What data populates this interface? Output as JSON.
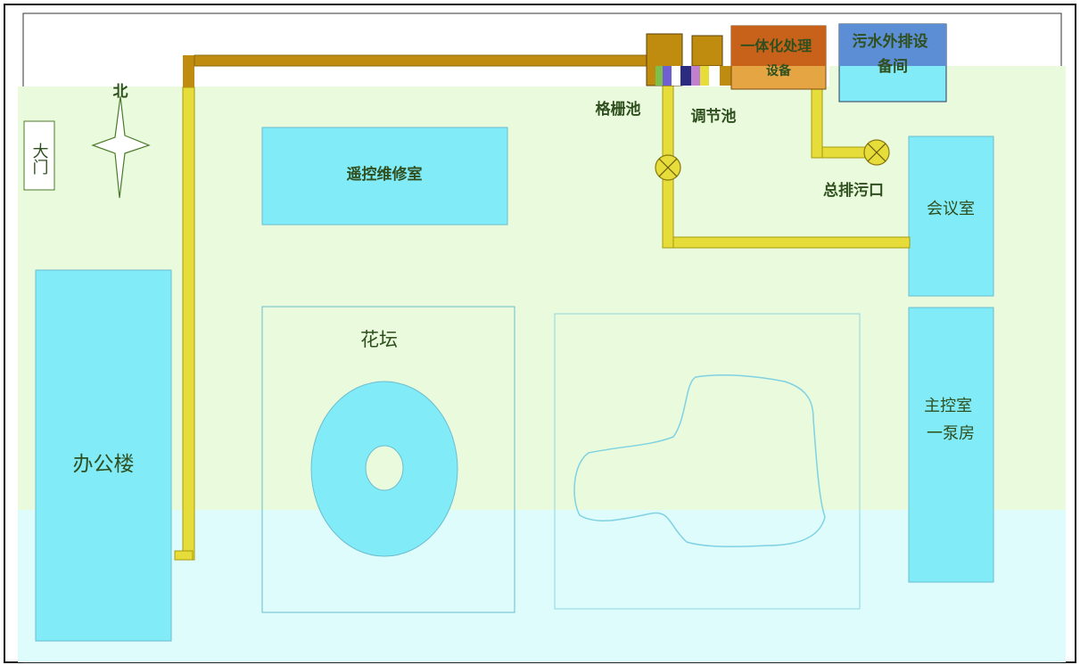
{
  "labels": {
    "north": "北",
    "gate": "大门",
    "office": "办公楼",
    "remote_repair": "遥控维修室",
    "flower_bed": "花坛",
    "grating_tank": "格栅池",
    "regulating_tank": "调节池",
    "integrated_equipment": "一体化处理设备",
    "discharge_room": "污水外排设备间",
    "main_outlet": "总排污口",
    "meeting_room": "会议室",
    "main_control": "主控室一泵房"
  },
  "colors": {
    "room": "#82ebf8",
    "room_border": "#6bbdd0",
    "lawn": "#e9fbdc",
    "water_zone": "#defcfc",
    "pipe": "#e6dc3a",
    "pipe_dark": "#c08c10",
    "equipment_orange": "#c8611a",
    "equipment_blue": "#5b8ed4"
  }
}
